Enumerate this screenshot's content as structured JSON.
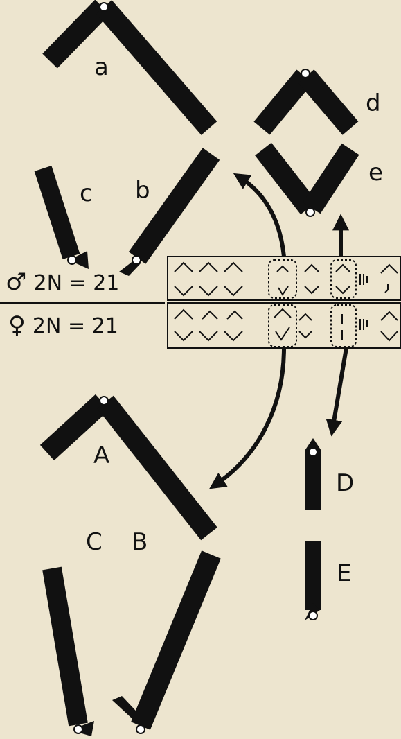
{
  "male": {
    "symbol": "♂",
    "formula": "2N = 21"
  },
  "female": {
    "symbol": "♀",
    "formula": "2N = 21"
  },
  "labels": {
    "a": "a",
    "b": "b",
    "c": "c",
    "d": "d",
    "e": "e",
    "A": "A",
    "B": "B",
    "C": "C",
    "D": "D",
    "E": "E"
  },
  "colors": {
    "background": "#ede5cf",
    "ink": "#111111"
  }
}
